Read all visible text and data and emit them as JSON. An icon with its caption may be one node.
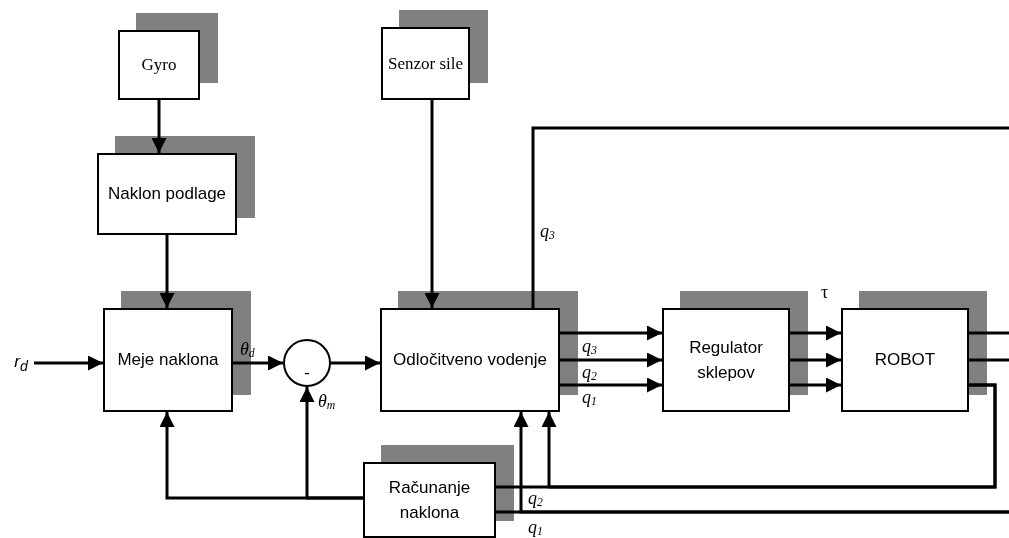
{
  "diagram": {
    "nodes": [
      {
        "text": [
          "Gyro"
        ]
      },
      {
        "text": [
          "Senzor sile"
        ]
      },
      {
        "text": [
          "Naklon podlage"
        ]
      },
      {
        "text": [
          "r$_{d}$"
        ]
      },
      {
        "text": [
          "Meje naklona"
        ]
      },
      {
        "text": [
          "-"
        ]
      },
      {
        "text": [
          "Odločitveno vodenje"
        ]
      },
      {
        "text": [
          "Regulator sklepov"
        ]
      },
      {
        "text": [
          "ROBOT"
        ]
      },
      {
        "text": [
          "Računanje naklona"
        ]
      }
    ],
    "edges": [
      {
        "from": 0,
        "to": 2,
        "arrow": "to"
      },
      {
        "from": 1,
        "to": 6,
        "arrow": "to"
      },
      {
        "from": 2,
        "to": 4,
        "arrow": "to"
      },
      {
        "from": 3,
        "to": 4,
        "arrow": "to"
      },
      {
        "from": 4,
        "to": 5,
        "arrow": "to",
        "label": "θ$_{d}$"
      },
      {
        "from": 5,
        "to": 6,
        "arrow": "to"
      },
      {
        "from": 9,
        "to": 5,
        "arrow": "to",
        "label": "θ$_{m}$"
      },
      {
        "from": 9,
        "to": 4,
        "arrow": "to"
      },
      {
        "from": 6,
        "to": 7,
        "arrow": "to",
        "label": "q$_{3}$"
      },
      {
        "from": 6,
        "to": 7,
        "arrow": "to",
        "label": "q$_{2}$"
      },
      {
        "from": 6,
        "to": 7,
        "arrow": "to",
        "label": "q$_{1}$"
      },
      {
        "from": 7,
        "to": 8,
        "arrow": "to",
        "label": "τ"
      },
      {
        "from": 7,
        "to": 8,
        "arrow": "to"
      },
      {
        "from": 7,
        "to": 8,
        "arrow": "to"
      },
      {
        "from": 8,
        "to": null,
        "arrow": "none"
      },
      {
        "from": 8,
        "to": null,
        "arrow": "none"
      },
      {
        "from": 8,
        "to": 9,
        "arrow": "none"
      },
      {
        "from": 8,
        "to": 6,
        "arrow": "to",
        "label": "q$_{2}$"
      },
      {
        "from": null,
        "to": 9,
        "arrow": "none"
      },
      {
        "from": null,
        "to": 6,
        "arrow": "to",
        "label": "q$_{1}$"
      },
      {
        "from": null,
        "to": 6,
        "arrow": "none",
        "label": "q$_{3}$"
      }
    ]
  }
}
